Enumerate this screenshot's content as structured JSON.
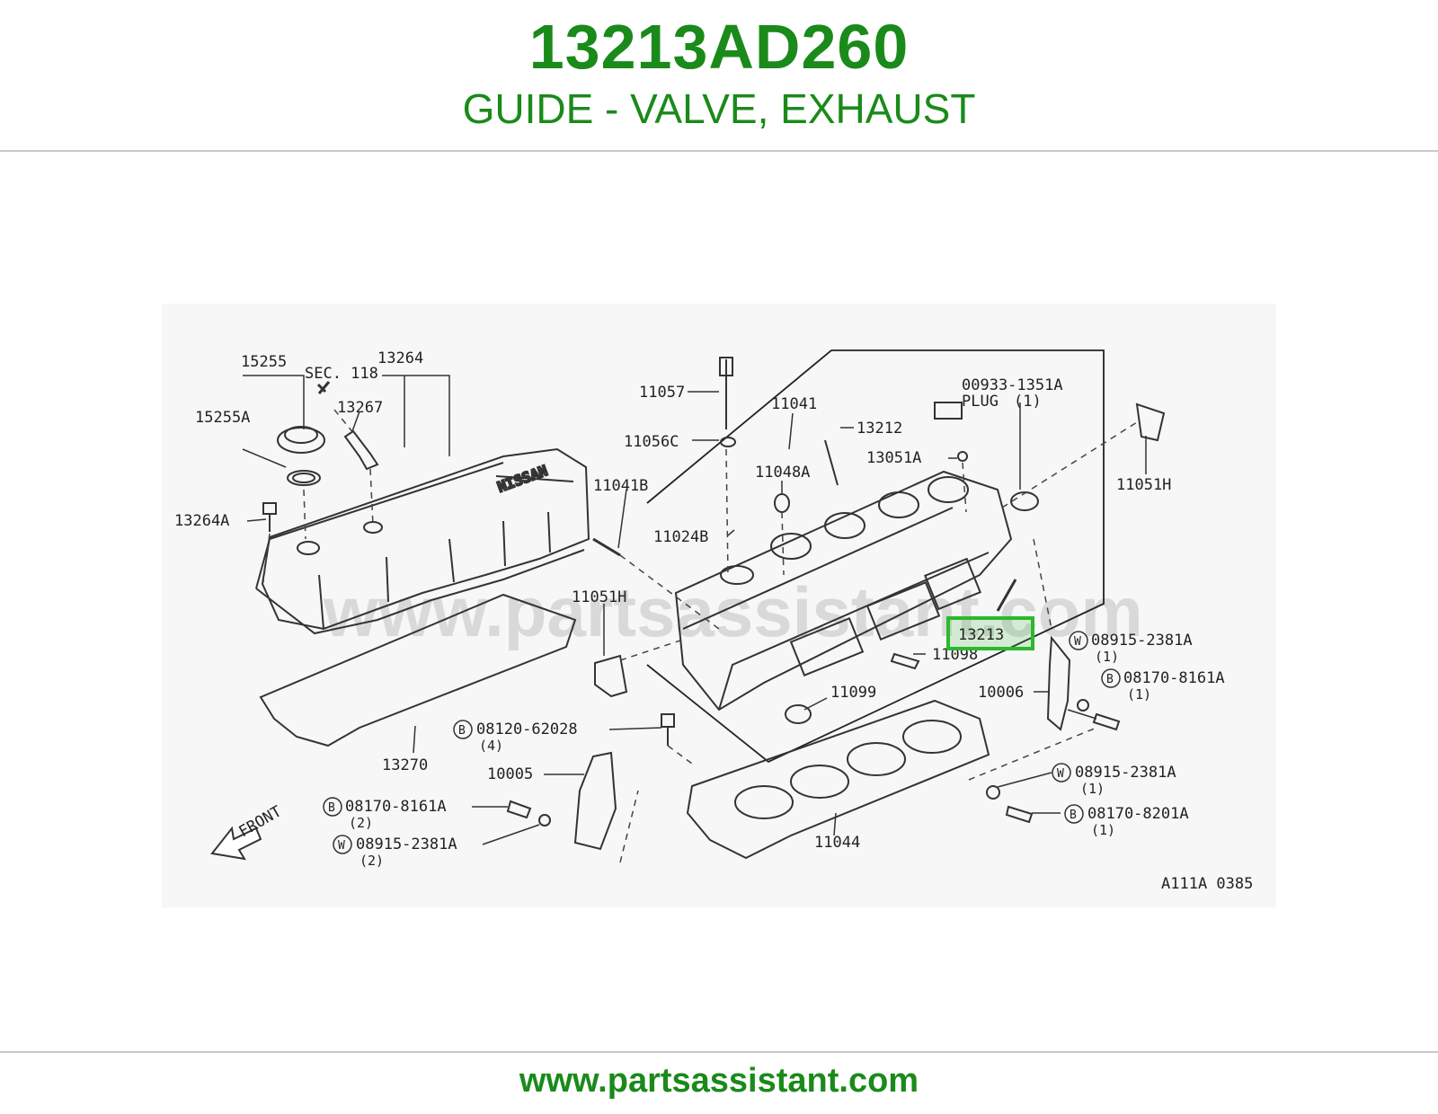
{
  "header": {
    "part_number": "13213AD260",
    "description": "GUIDE - VALVE, EXHAUST"
  },
  "footer": {
    "url": "www.partsassistant.com"
  },
  "diagram": {
    "watermark": "www.partsassistant.com",
    "figure_code": "A111A 0385",
    "front_label": "FRONT",
    "highlight_color": "#2db82d",
    "highlighted_part": "13213",
    "labels": {
      "l15255": "15255",
      "sec118": "SEC. 118",
      "l13264": "13264",
      "l15255a": "15255A",
      "l13267": "13267",
      "l13264a": "13264A",
      "l11057": "11057",
      "l11041": "11041",
      "l00933": "00933-1351A",
      "plug": "PLUG",
      "plug_qty": "(1)",
      "l11056c": "11056C",
      "l13212": "13212",
      "l13051a": "13051A",
      "l11048a": "11048A",
      "l11041b": "11041B",
      "l11051h_top": "11051H",
      "l11024b": "11024B",
      "l11051h_left": "11051H",
      "l11098": "11098",
      "l08915_a": "08915-2381A",
      "l08915_a_qty": "(1)",
      "l08170_8161a_r": "08170-8161A",
      "l08170_8161a_r_qty": "(1)",
      "l10006": "10006",
      "l11099": "11099",
      "l08120": "08120-62028",
      "l08120_qty": "(4)",
      "l13270": "13270",
      "l10005": "10005",
      "l08170_8161a_l": "08170-8161A",
      "l08170_8161a_l_qty": "(2)",
      "l08915_l": "08915-2381A",
      "l08915_l_qty": "(2)",
      "l08915_b": "08915-2381A",
      "l08915_b_qty": "(1)",
      "l08170_8201a": "08170-8201A",
      "l08170_8201a_qty": "(1)",
      "l11044": "11044",
      "w": "W",
      "b": "B"
    }
  }
}
